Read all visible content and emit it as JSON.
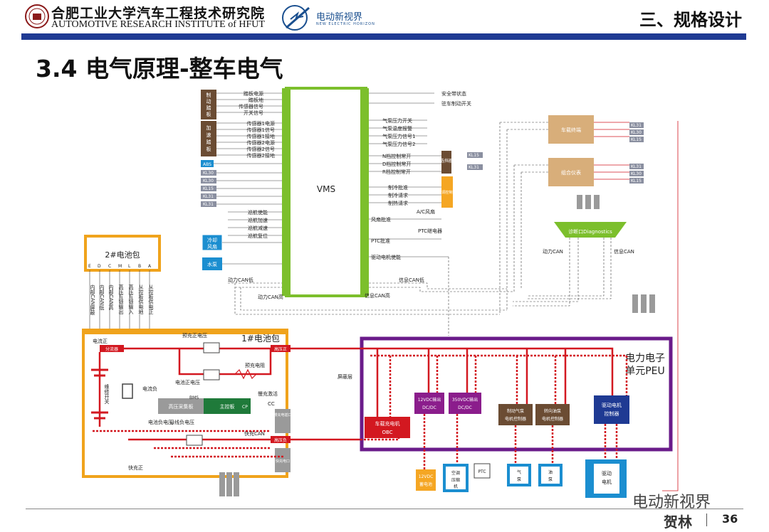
{
  "header": {
    "university_cn": "合肥工业大学汽车工程技术研究院",
    "university_en": "AUTOMOTIVE RESEARCH INSTITUTE of HFUT",
    "partner_cn": "电动新视界",
    "partner_en": "NEW ELECTRIC HORIZON",
    "section": "三、规格设计"
  },
  "title": "3.4 电气原理-整车电气",
  "vms": {
    "label": "VMS",
    "left_groups": [
      {
        "name": "制动踏板",
        "signals": [
          "踏板电源",
          "踏板地",
          "传感器信号",
          "开关信号"
        ]
      },
      {
        "name": "加速踏板",
        "signals": [
          "传感器1电源",
          "传感器1信号",
          "传感器1接地",
          "传感器2电源",
          "传感器2信号",
          "传感器2接地"
        ]
      }
    ],
    "abs_label": "ABS",
    "kl_labels": [
      "KL30",
      "KL30",
      "KL15",
      "KL31",
      "KL31"
    ],
    "cruise": [
      "巡航使能",
      "巡航加速",
      "巡航减速",
      "巡航复位"
    ],
    "cooling_fan": "冷却风扇",
    "water_pump": "水泵",
    "power_can_l": "动力CAN低",
    "power_can_h": "动力CAN高",
    "right_signals": [
      "安全带状态",
      "驻车制动开关"
    ],
    "air_signals": [
      "气泵压力开关",
      "气泵温度报警",
      "气泵压力信号1",
      "气泵压力信号2"
    ],
    "gear_signals": [
      "N档控制常开",
      "D档控制常开",
      "R档控制常开"
    ],
    "gear_box": "选挡器",
    "ac_signals": [
      "制冷批准",
      "制冷请求",
      "制热请求"
    ],
    "ac_box": "空调控制器",
    "fan_allow": "风扇批准",
    "ac_fan": "A/C风扇",
    "ptc_allow": "PTC批准",
    "ptc_relay": "PTC继电器",
    "drive_enable": "驱动电机使能",
    "info_can_l": "信息CAN低",
    "info_can_h": "信息CAN高"
  },
  "right_modules": {
    "recorder": "车载终端",
    "cluster": "组合仪表",
    "diag": "诊断口Diagnostics",
    "power_can": "动力CAN",
    "info_can": "信息CAN",
    "kl": [
      "KL31",
      "KL30",
      "KL15"
    ]
  },
  "pack2": {
    "label": "2#电池包",
    "pins": [
      "E",
      "D",
      "C",
      "M",
      "L",
      "B",
      "A"
    ],
    "signals": [
      "内部CAN屏蔽",
      "内部CAN低",
      "内部CAN高",
      "高压互锁输出",
      "高压互锁输入",
      "从控板供电地",
      "从控板供电正"
    ]
  },
  "pack1": {
    "label": "1#电池包",
    "current_pos": "电流正",
    "shunt": "分流器",
    "service_switch": "维修开关",
    "current_neg": "电流负",
    "precharge_pos": "预充正电压",
    "precharge_res": "预充电阻",
    "hv_pos": "高压正",
    "hv_neg": "高压负",
    "cell_pos": "电池正电压",
    "hv_collect": "高压采集板",
    "bms": "BMS",
    "main_board": "主控板",
    "cp": "CP",
    "cell_neg": "电池负电压",
    "bus_neg": "母线负电压",
    "fast_pos": "快充正",
    "slow_wake": "慢充激活",
    "fast_can": "快充CAN",
    "cc": "CC",
    "slow_plus": "慢充电插口",
    "fast_minus": "快充电口"
  },
  "peu": {
    "label": "电力电子单元PEU",
    "shield": "屏蔽层",
    "obc": "车载充电机OBC",
    "dc12": "12VDC输出DC/DC",
    "dc350": "350VDC输出DC/DC",
    "air_ctrl": "制动气泵电机控制器",
    "steer_ctrl": "转向油泵电机控制器",
    "drive_ctrl": "驱动电机控制器",
    "battery12": "12VDC蓄电池",
    "compressor": "空调压缩机",
    "ptc": "PTC",
    "air_pump": "气泵",
    "oil_pump": "油泵",
    "drive_motor": "驱动电机"
  },
  "watermark": "电动新视界",
  "footer": {
    "name": "贺林",
    "page": "36"
  },
  "colors": {
    "vms_border": "#7cbf2c",
    "pack_border": "#f0a31c",
    "peu_border": "#6a1b8a",
    "hv_line": "#d31820",
    "header_bar": "#1f3a93",
    "gear_box": "#f5a623",
    "module_box": "#d8ae7a",
    "pedal_box": "#6b4c33",
    "drive_box": "#1f3a93",
    "dc_box": "#8b1d8c",
    "obc_box": "#d31820",
    "pump_box": "#1b8ed0"
  }
}
